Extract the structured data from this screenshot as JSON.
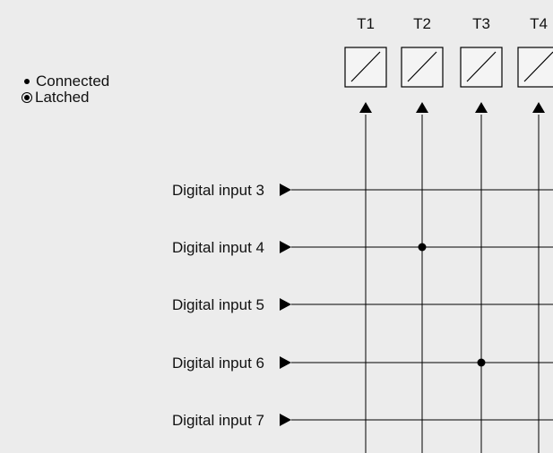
{
  "legend": {
    "connected_label": "Connected",
    "latched_label": "Latched"
  },
  "terminals": [
    {
      "id": "t1",
      "label": "T1"
    },
    {
      "id": "t2",
      "label": "T2"
    },
    {
      "id": "t3",
      "label": "T3"
    },
    {
      "id": "t4",
      "label": "T4"
    }
  ],
  "inputs": [
    {
      "id": "di3",
      "label": "Digital input 3"
    },
    {
      "id": "di4",
      "label": "Digital input 4"
    },
    {
      "id": "di5",
      "label": "Digital input 5"
    },
    {
      "id": "di6",
      "label": "Digital input 6"
    },
    {
      "id": "di7",
      "label": "Digital input 7"
    }
  ],
  "connections": [
    {
      "input": "Digital input 4",
      "terminal": "T2",
      "state": "connected"
    },
    {
      "input": "Digital input 6",
      "terminal": "T3",
      "state": "connected"
    }
  ],
  "colors": {
    "background": "#ececec",
    "line": "#000000",
    "box_fill": "#f4f4f4"
  }
}
